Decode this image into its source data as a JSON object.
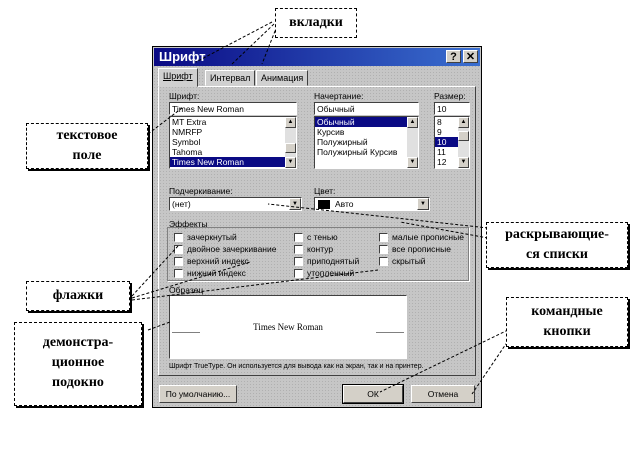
{
  "dialog": {
    "title": "Шрифт",
    "help_glyph": "?",
    "close_glyph": "✕",
    "tabs": [
      {
        "label": "Шрифт",
        "active": true
      },
      {
        "label": "Интервал",
        "active": false
      },
      {
        "label": "Анимация",
        "active": false
      }
    ],
    "font": {
      "label": "Шрифт:",
      "value": "Times New Roman",
      "items": [
        "MT Extra",
        "NMRFP",
        "Symbol",
        "Tahoma",
        "Times New Roman"
      ],
      "selected_index": 4
    },
    "style": {
      "label": "Начертание:",
      "value": "Обычный",
      "items": [
        "Обычный",
        "Курсив",
        "Полужирный",
        "Полужирный Курсив"
      ],
      "selected_index": 0
    },
    "size": {
      "label": "Размер:",
      "value": "10",
      "items": [
        "8",
        "9",
        "10",
        "11",
        "12"
      ],
      "selected_index": 2
    },
    "underline": {
      "label": "Подчеркивание:",
      "value": "(нет)"
    },
    "color": {
      "label": "Цвет:",
      "value": "Авто",
      "swatch": "#000000"
    },
    "effects": {
      "label": "Эффекты",
      "col1": [
        "зачеркнутый",
        "двойное зачеркивание",
        "верхний индекс",
        "нижний индекс"
      ],
      "col2": [
        "с тенью",
        "контур",
        "приподнятый",
        "утопленный"
      ],
      "col3": [
        "малые прописные",
        "все прописные",
        "скрытый"
      ]
    },
    "sample": {
      "label": "Образец",
      "text": "Times New Roman"
    },
    "hint": "Шрифт TrueType. Он используется для вывода как на экран, так и на принтер.",
    "buttons": {
      "default": "По умолчанию...",
      "ok": "ОК",
      "cancel": "Отмена"
    }
  },
  "callouts": {
    "tabs": "вкладки",
    "text_field": [
      "текстовое",
      "поле"
    ],
    "dropdowns": [
      "раскрывающие-",
      "ся списки"
    ],
    "checkboxes": "флажки",
    "preview": [
      "демонстра-",
      "ционное",
      "подокно"
    ],
    "command_buttons": [
      "командные",
      "кнопки"
    ]
  }
}
